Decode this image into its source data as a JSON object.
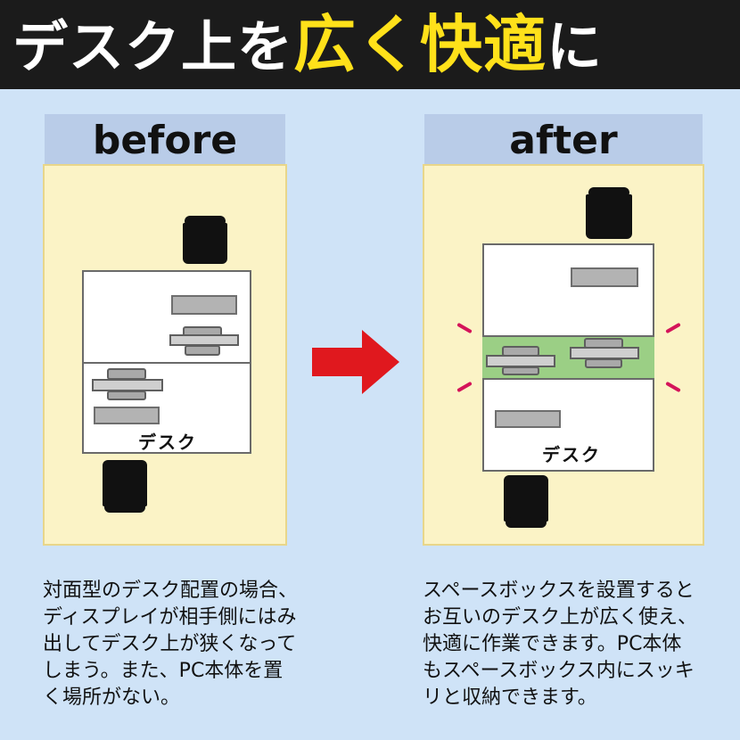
{
  "header": {
    "title_part1": "デスク上を",
    "title_highlight": "広く快適",
    "title_part2": "に",
    "highlight_color": "#ffe11a"
  },
  "before": {
    "label": "before",
    "desk_label": "デスク",
    "description_lines": [
      "対面型のデスク配置の場合、",
      "ディスプレイが相手側にはみ",
      "出してデスク上が狭くなって",
      "しまう。また、PC本体を置",
      "く場所がない。"
    ]
  },
  "after": {
    "label": "after",
    "desk_label": "デスク",
    "space_box_color": "#9bcf85",
    "description_lines": [
      "スペースボックスを設置すると",
      "お互いのデスク上が広く使え、",
      "快適に作業できます。PC本体",
      "もスペースボックス内にスッキ",
      "リと収納できます。"
    ]
  },
  "arrow": {
    "icon": "right-arrow-icon",
    "color": "#e0181e"
  },
  "colors": {
    "background": "#cfe3f7",
    "panel": "#fbf3c6",
    "panel_header": "#b9cce8"
  }
}
